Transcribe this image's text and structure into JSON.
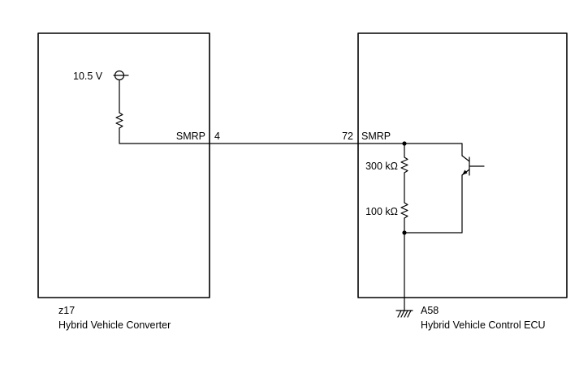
{
  "converter": {
    "code": "z17",
    "name": "Hybrid Vehicle Converter",
    "supply_voltage": "10.5 V",
    "terminal_name": "SMRP",
    "terminal_number": "4"
  },
  "ecu": {
    "code": "A58",
    "name": "Hybrid Vehicle Control ECU",
    "terminal_name": "SMRP",
    "terminal_number": "72",
    "resistor_upper": "300 kΩ",
    "resistor_lower": "100 kΩ"
  }
}
